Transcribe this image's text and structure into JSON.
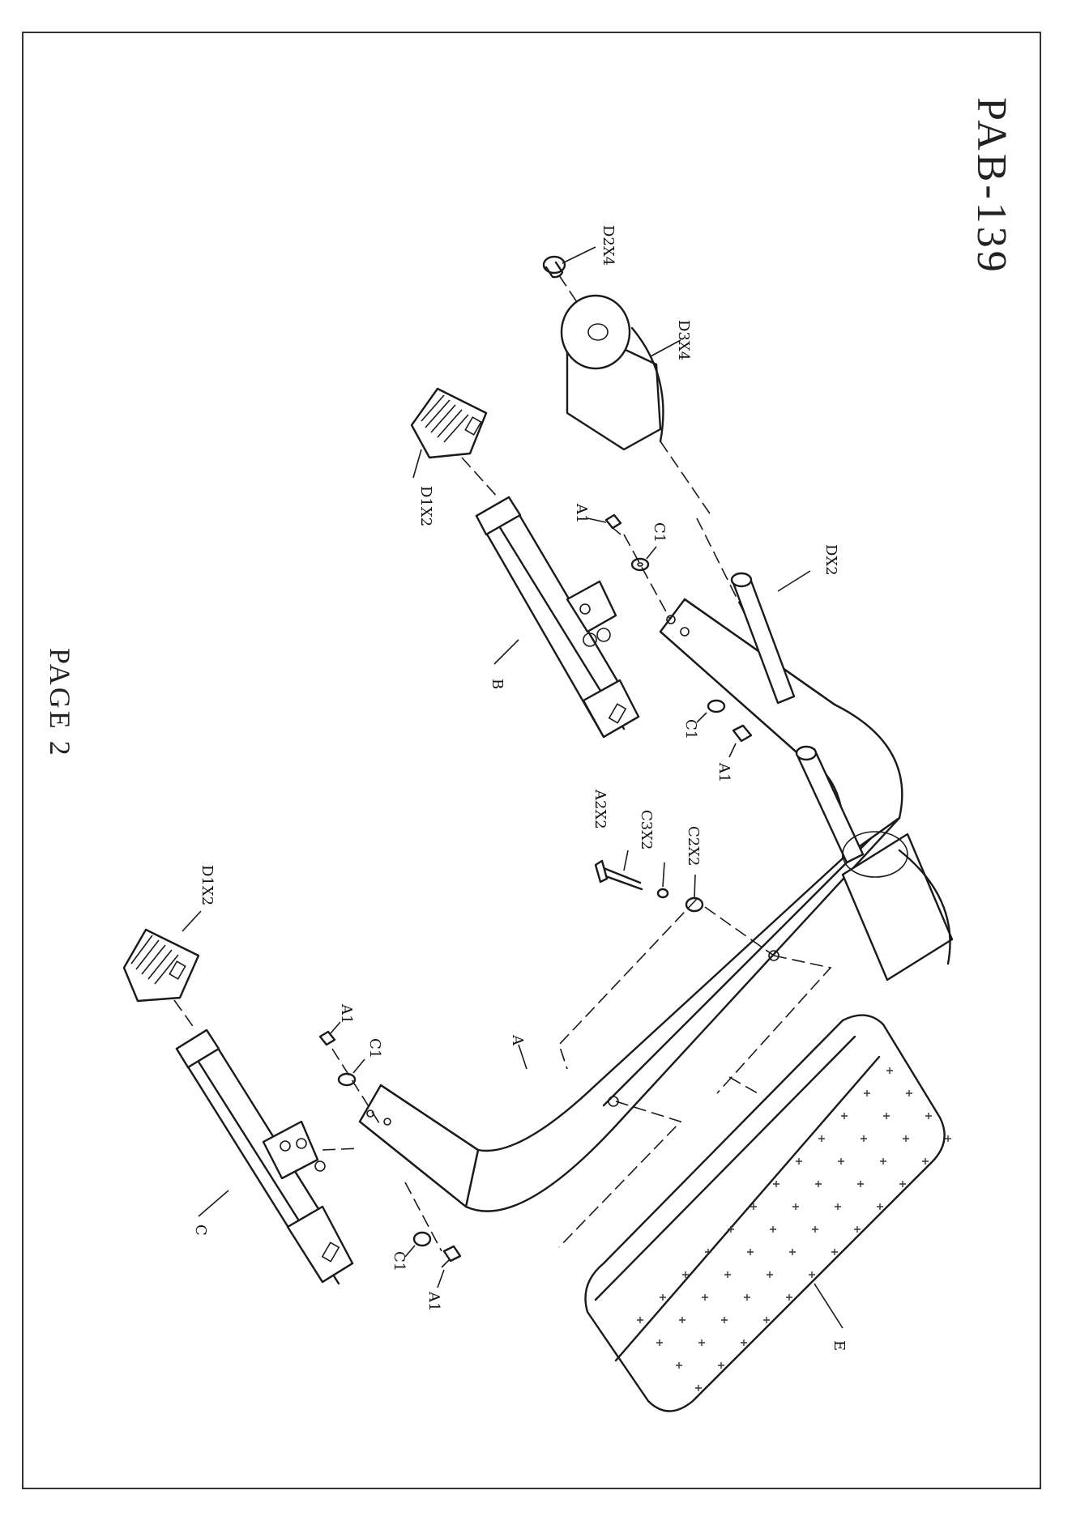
{
  "sheet": {
    "model": "PAB-139",
    "page": "PAGE 2"
  },
  "labels": {
    "D2X4": "D2X4",
    "D3X4": "D3X4",
    "D1X2_top": "D1X2",
    "A1_top": "A1",
    "C1_top": "C1",
    "DX2": "DX2",
    "B": "B",
    "C1_mid": "C1",
    "A1_mid": "A1",
    "A2X2": "A2X2",
    "C3X2": "C3X2",
    "C2X2": "C2X2",
    "D1X2_bottom": "D1X2",
    "A1_low": "A1",
    "C1_low": "C1",
    "A": "A",
    "C": "C",
    "C1_bottom": "C1",
    "A1_bottom": "A1",
    "E": "E"
  }
}
